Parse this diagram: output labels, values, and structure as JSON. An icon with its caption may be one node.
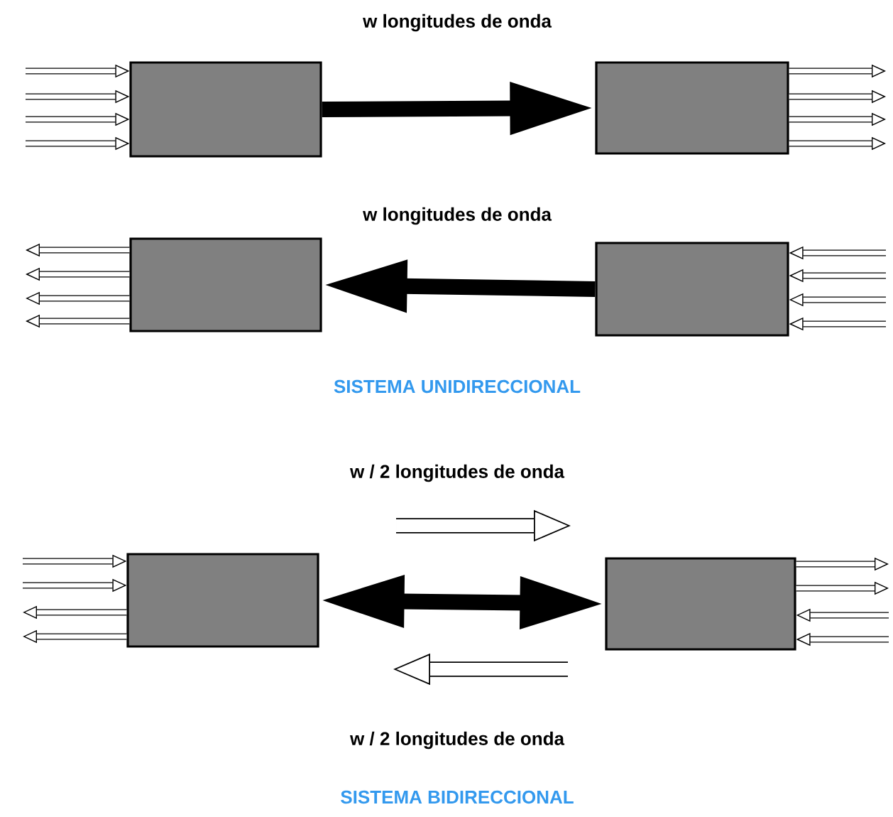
{
  "diagram": {
    "nodes": [
      {
        "text": [],
        "shape": "box"
      },
      {
        "text": [],
        "shape": "box"
      },
      {
        "text": [],
        "shape": "box"
      },
      {
        "text": [],
        "shape": "box"
      },
      {
        "text": [],
        "shape": "box"
      },
      {
        "text": [],
        "shape": "box"
      }
    ],
    "edges": [
      {
        "from": 0,
        "to": 1,
        "arrow": "to",
        "style": "thick"
      },
      {
        "from": null,
        "to": 0,
        "arrow": "to"
      },
      {
        "from": null,
        "to": 0,
        "arrow": "to"
      },
      {
        "from": null,
        "to": 0,
        "arrow": "to"
      },
      {
        "from": null,
        "to": 0,
        "arrow": "to"
      },
      {
        "from": 1,
        "to": null,
        "arrow": "to"
      },
      {
        "from": 1,
        "to": null,
        "arrow": "to"
      },
      {
        "from": 1,
        "to": null,
        "arrow": "to"
      },
      {
        "from": 1,
        "to": null,
        "arrow": "to"
      },
      {
        "from": 3,
        "to": 2,
        "arrow": "to",
        "style": "thick"
      },
      {
        "from": 2,
        "to": null,
        "arrow": "to"
      },
      {
        "from": 2,
        "to": null,
        "arrow": "to"
      },
      {
        "from": 2,
        "to": null,
        "arrow": "to"
      },
      {
        "from": 2,
        "to": null,
        "arrow": "to"
      },
      {
        "from": null,
        "to": 3,
        "arrow": "to"
      },
      {
        "from": null,
        "to": 3,
        "arrow": "to"
      },
      {
        "from": null,
        "to": 3,
        "arrow": "to"
      },
      {
        "from": null,
        "to": 3,
        "arrow": "to"
      },
      {
        "from": 4,
        "to": 5,
        "arrow": "both",
        "style": "thick"
      },
      {
        "from": null,
        "to": 4,
        "arrow": "to"
      },
      {
        "from": null,
        "to": 4,
        "arrow": "to"
      },
      {
        "from": 4,
        "to": null,
        "arrow": "to"
      },
      {
        "from": 4,
        "to": null,
        "arrow": "to"
      },
      {
        "from": 5,
        "to": null,
        "arrow": "to"
      },
      {
        "from": 5,
        "to": null,
        "arrow": "to"
      },
      {
        "from": null,
        "to": 5,
        "arrow": "to"
      },
      {
        "from": null,
        "to": 5,
        "arrow": "to"
      }
    ],
    "labels": [
      "w longitudes de onda",
      "w longitudes de onda",
      "SISTEMA UNIDIRECCIONAL",
      "w / 2 longitudes de onda",
      "w / 2 longitudes de onda",
      "SISTEMA BIDIRECCIONAL"
    ]
  }
}
